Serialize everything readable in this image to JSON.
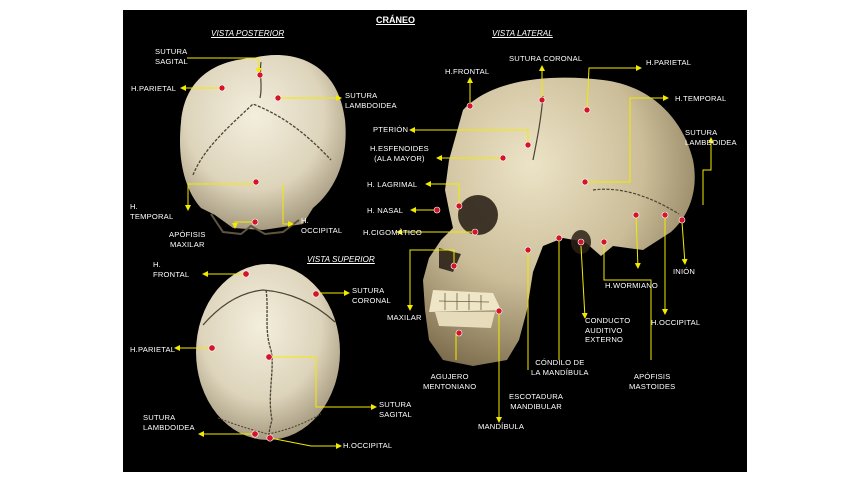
{
  "title": "CRÁNEO",
  "views": {
    "posterior": "VISTA POSTERIOR",
    "lateral": "VISTA LATERAL",
    "superior": "VISTA SUPERIOR"
  },
  "colors": {
    "background": "#000000",
    "leader_line": "#f2ea00",
    "marker": "#d4142a",
    "bone": "#e6dfcb"
  },
  "labels": {
    "posterior": {
      "sutura_sagital": "SUTURA\nSAGITAL",
      "h_parietal": "H.PARIETAL",
      "sutura_lambdoidea": "SUTURA\nLAMBDOIDEA",
      "h_temporal": "H.\nTEMPORAL",
      "apofisis_maxilar": "APÓFISIS\nMAXILAR",
      "h_occipital": "H.\nOCCIPITAL"
    },
    "superior": {
      "h_frontal": "H.\nFRONTAL",
      "sutura_coronal": "SUTURA\nCORONAL",
      "h_parietal": "H.PARIETAL",
      "sutura_sagital": "SUTURA\nSAGITAL",
      "sutura_lambdoidea": "SUTURA\nLAMBDOIDEA",
      "h_occipital": "H.OCCIPITAL"
    },
    "lateral": {
      "h_frontal": "H.FRONTAL",
      "sutura_coronal": "SUTURA CORONAL",
      "h_parietal": "H.PARIETAL",
      "h_temporal": "H.TEMPORAL",
      "pterion": "PTERIÓN",
      "h_esfenoides": "H.ESFENOIDES\n(ALA MAYOR)",
      "sutura_lambdoidea": "SUTURA\nLAMBDOIDEA",
      "h_lagrimal": "H. LAGRIMAL",
      "h_nasal": "H. NASAL",
      "h_cigomatico": "H.CIGOMÁTICO",
      "maxilar": "MAXILAR",
      "inion": "INIÓN",
      "h_wormiano": "H.WORMIANO",
      "conducto_auditivo": "CONDUCTO\nAUDITIVO\nEXTERNO",
      "h_occipital": "H.OCCIPITAL",
      "agujero_mentoniano": "AGUJERO\nMENTONIANO",
      "condilo_mandibula": "CÓNDILO DE\nLA MANDÍBULA",
      "apofisis_mastoides": "APÓFISIS\nMASTOIDES",
      "escotadura_mandibular": "ESCOTADURA\nMANDIBULAR",
      "mandibula": "MANDÍBULA"
    }
  }
}
